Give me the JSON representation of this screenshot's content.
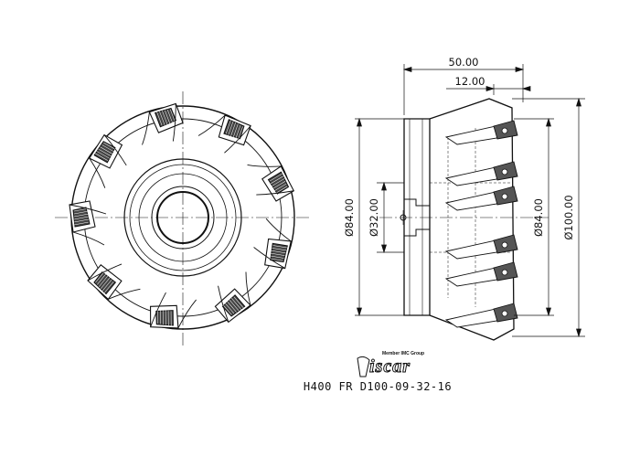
{
  "dimensions": {
    "total_length": "50.00",
    "shoulder_length": "12.00",
    "body_diameter": "Ø84.00",
    "bore_diameter": "Ø32.00",
    "face_diameter": "Ø84.00",
    "cutting_diameter": "Ø100.00"
  },
  "logo": {
    "tagline": "Member IMC Group",
    "wordmark": "iscar"
  },
  "part_number": "H400  FR  D100-09-32-16"
}
